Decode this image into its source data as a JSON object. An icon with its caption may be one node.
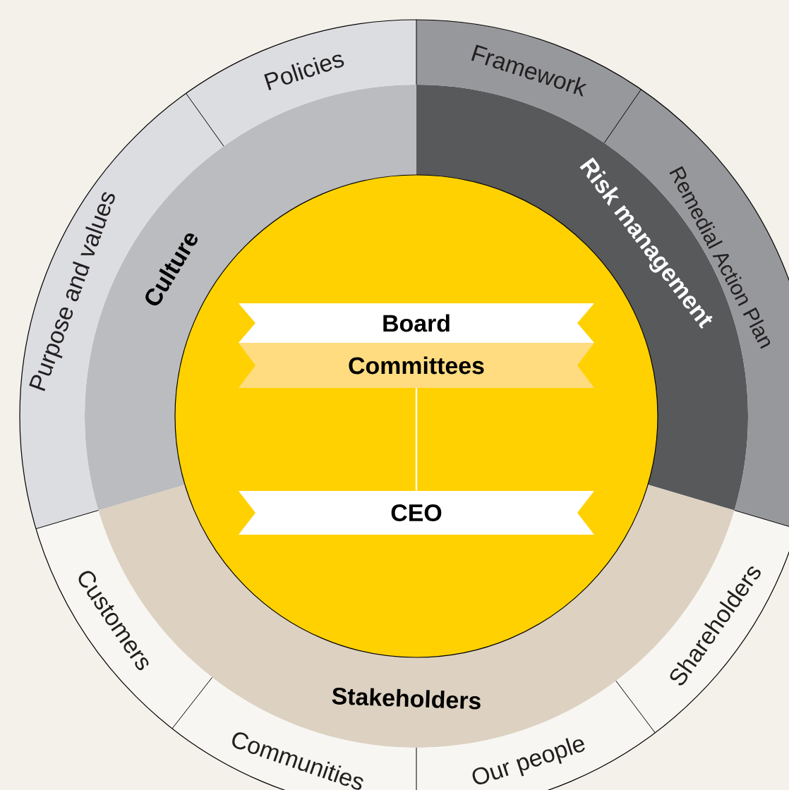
{
  "diagram": {
    "nodes": [
      {
        "text": [
          "Board"
        ]
      },
      {
        "text": [
          "Committees"
        ]
      },
      {
        "text": [
          "CEO"
        ]
      },
      {
        "text": [
          "Culture"
        ]
      },
      {
        "text": [
          "Policies"
        ]
      },
      {
        "text": [
          "Purpose and values"
        ]
      },
      {
        "text": [
          "Risk management"
        ]
      },
      {
        "text": [
          "Framework"
        ]
      },
      {
        "text": [
          "Remedial Action Plan"
        ]
      },
      {
        "text": [
          "Stakeholders"
        ]
      },
      {
        "text": [
          "Customers"
        ]
      },
      {
        "text": [
          "Communities"
        ]
      },
      {
        "text": [
          "Our people"
        ]
      },
      {
        "text": [
          "Shareholders"
        ]
      }
    ],
    "edges": [
      {
        "from": 1,
        "to": 2,
        "arrow": "none"
      }
    ]
  }
}
